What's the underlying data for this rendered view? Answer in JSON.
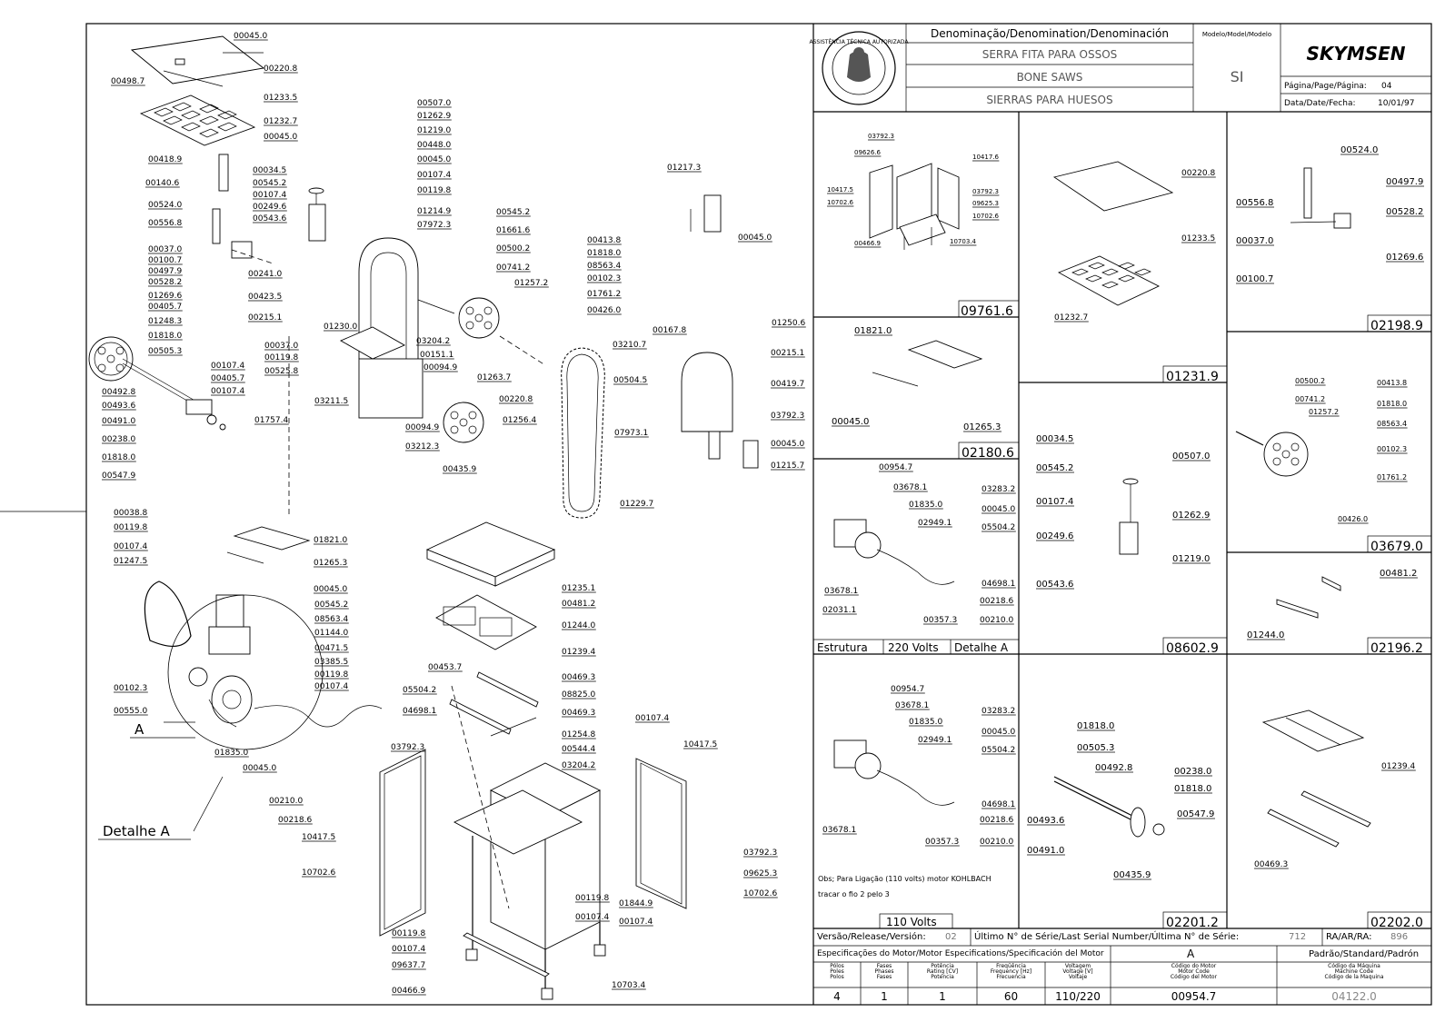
{
  "title_block": {
    "denomination_header": "Denominação/Denomination/Denominación",
    "model_header": "Modelo/Model/Modelo",
    "name_pt": "SERRA FITA PARA OSSOS",
    "name_en": "BONE SAWS",
    "name_es": "SIERRAS PARA HUESOS",
    "model": "SI",
    "brand": "SKYMSEN",
    "page_label": "Página/Page/Página:",
    "page_value": "04",
    "date_label": "Data/Date/Fecha:",
    "date_value": "10/01/97",
    "seal_text": "ASSISTÊNCIA TÉCNICA AUTORIZADA"
  },
  "main_labels": {
    "top_cover": [
      "00045.0",
      "00220.8",
      "00498.7",
      "01233.5",
      "01232.7",
      "00045.0",
      "00418.9"
    ],
    "left_assembly": [
      "00140.6",
      "00524.0",
      "00556.8",
      "00037.0",
      "00100.7",
      "00497.9",
      "00528.2",
      "01269.6",
      "00405.7",
      "01248.3",
      "01818.0",
      "00505.3",
      "00107.4",
      "00405.7",
      "00107.4",
      "00492.8",
      "00493.6",
      "00491.0",
      "00238.0",
      "01818.0",
      "00547.9"
    ],
    "center_assembly": [
      "00507.0",
      "01262.9",
      "01219.0",
      "00448.0",
      "00045.0",
      "00107.4",
      "00119.8",
      "01214.9",
      "07972.3",
      "00545.2",
      "01661.6",
      "00500.2",
      "00741.2",
      "01257.2",
      "00034.5",
      "00545.2",
      "00107.4",
      "00249.6",
      "00543.6",
      "00241.0",
      "00423.5",
      "00215.1",
      "01230.0",
      "00037.0",
      "00119.8",
      "00525.8",
      "03204.2",
      "00151.1",
      "00094.9",
      "01263.7",
      "00220.8",
      "01757.4",
      "03211.5",
      "00094.9",
      "03212.3",
      "01256.4",
      "00435.9"
    ],
    "right_wheel": [
      "00413.8",
      "01818.0",
      "08563.4",
      "00102.3",
      "01761.2",
      "00426.0"
    ],
    "far_right": [
      "01217.3",
      "00045.0",
      "00167.8",
      "01250.6",
      "03210.7",
      "00215.1",
      "00419.7",
      "00504.5",
      "03792.3",
      "07973.1",
      "00045.0",
      "01215.7",
      "01229.7"
    ],
    "motor_group": [
      "00038.8",
      "00119.8",
      "00107.4",
      "01247.5",
      "00545.2",
      "08563.4",
      "01144.0",
      "00471.5",
      "03385.5",
      "00119.8",
      "00107.4",
      "00102.3",
      "00555.0",
      "05504.2",
      "04698.1",
      "01835.0",
      "00045.0",
      "00210.0",
      "00218.6",
      "01821.0",
      "01265.3",
      "00045.0"
    ],
    "detail_callout": "A",
    "detail_title": "Detalhe A",
    "cabinet": [
      "01235.1",
      "00481.2",
      "01244.0",
      "01239.4",
      "00453.7",
      "00469.3",
      "08825.0",
      "00469.3",
      "01254.8",
      "00544.4",
      "00107.4",
      "03204.2",
      "10417.5",
      "03792.3",
      "10417.5",
      "10702.6",
      "03792.3",
      "09625.3",
      "10702.6",
      "00119.8",
      "01844.9",
      "00107.4",
      "00107.4",
      "00119.8",
      "00107.4",
      "09637.7",
      "00466.9",
      "10703.4"
    ]
  },
  "panels": [
    {
      "id": "09761.6",
      "labels": [
        "03792.3",
        "09626.6",
        "10417.5",
        "10702.6",
        "10417.6",
        "03792.3",
        "09625.3",
        "10702.6",
        "00466.9",
        "10703.4"
      ]
    },
    {
      "id": "01231.9",
      "labels": [
        "00220.8",
        "01233.5",
        "01232.7"
      ]
    },
    {
      "id": "02198.9",
      "labels": [
        "00524.0",
        "00497.9",
        "00556.8",
        "00528.2",
        "00037.0",
        "01269.6",
        "00100.7"
      ]
    },
    {
      "id": "02180.6",
      "labels": [
        "01821.0",
        "00045.0",
        "01265.3"
      ]
    },
    {
      "id": "03679.0",
      "labels": [
        "00500.2",
        "00413.8",
        "00741.2",
        "01818.0",
        "01257.2",
        "08563.4",
        "00102.3",
        "01761.2",
        "00426.0"
      ]
    },
    {
      "id": "08602.9",
      "labels": [
        "00034.5",
        "00507.0",
        "00545.2",
        "00107.4",
        "01262.9",
        "00249.6",
        "00543.6",
        "01219.0"
      ]
    },
    {
      "id": "02196.2",
      "labels": [
        "00481.2",
        "01244.0"
      ]
    },
    {
      "id": "220V",
      "caption": [
        "Estrutura",
        "220 Volts",
        "Detalhe A"
      ],
      "labels": [
        "00954.7",
        "03678.1",
        "03283.2",
        "01835.0",
        "00045.0",
        "02949.1",
        "05504.2",
        "03678.1",
        "04698.1",
        "02031.1",
        "00357.3",
        "00218.6",
        "00210.0"
      ]
    },
    {
      "id": "02201.2",
      "labels": [
        "01818.0",
        "00505.3",
        "00492.8",
        "00238.0",
        "01818.0",
        "00493.6",
        "00547.9",
        "00491.0",
        "00435.9"
      ]
    },
    {
      "id": "02202.0",
      "labels": [
        "01239.4",
        "00469.3"
      ]
    },
    {
      "id": "110V",
      "caption": [
        "110 Volts"
      ],
      "labels": [
        "00954.7",
        "03678.1",
        "03283.2",
        "01835.0",
        "00045.0",
        "02949.1",
        "05504.2",
        "04698.1",
        "03678.1",
        "00218.6",
        "00357.3",
        "00210.0"
      ],
      "note": [
        "Obs; Para Ligação (110 volts) motor KOHLBACH",
        "tracar o fio 2 pelo 3"
      ]
    }
  ],
  "footer": {
    "version_label": "Versão/Release/Versión:",
    "version_value": "02",
    "serial_label": "Último N° de Série/Last Serial Number/Última N° de Série:",
    "serial_value": "712",
    "ra_label": "RA/AR/RA:",
    "ra_value": "896",
    "motor_spec_label": "Especificações do Motor/Motor Especifications/Specificación del Motor",
    "standard_label": "A",
    "standard_header": "Padrão/Standard/Padrón",
    "columns": [
      {
        "header": [
          "Pólos",
          "Poles",
          "Polos"
        ],
        "value": "4"
      },
      {
        "header": [
          "Fases",
          "Phases",
          "Fases"
        ],
        "value": "1"
      },
      {
        "header": [
          "Potência",
          "Rating [CV]",
          "Potencia"
        ],
        "value": "1"
      },
      {
        "header": [
          "Freqüência",
          "Frequency [Hz]",
          "Frecuencia"
        ],
        "value": "60"
      },
      {
        "header": [
          "Voltagem",
          "Voltage [V]",
          "Voltaje"
        ],
        "value": "110/220"
      },
      {
        "header": [
          "Código do Motor",
          "Motor Code",
          "Código del Motor"
        ],
        "value": "00954.7"
      },
      {
        "header": [
          "Código da Máquina",
          "Machine Code",
          "Código de la Maquina"
        ],
        "value": "04122.0"
      }
    ]
  }
}
